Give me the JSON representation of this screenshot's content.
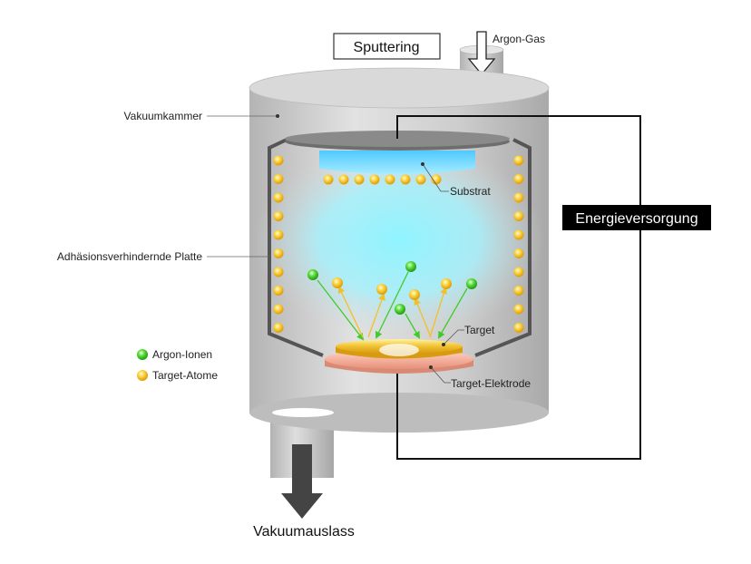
{
  "title": "Sputtering",
  "labels": {
    "argon_gas": "Argon-Gas",
    "vacuum_chamber": "Vakuumkammer",
    "adhesion_plate": "Adhäsionsverhindernde Platte",
    "substrate": "Substrat",
    "power_supply": "Energieversorgung",
    "target": "Target",
    "target_electrode": "Target-Elektrode",
    "vacuum_outlet": "Vakuumauslass"
  },
  "legend": {
    "argon_ions": "Argon-Ionen",
    "target_atoms": "Target-Atome"
  },
  "colors": {
    "argon_ion": "#3fcc2a",
    "target_atom": "#f2c02a",
    "chamber": "#cfcfcf",
    "plasma": "#8feeff",
    "target": "#e8b020",
    "electrode": "#f2a890",
    "power_label_bg": "#000000"
  }
}
